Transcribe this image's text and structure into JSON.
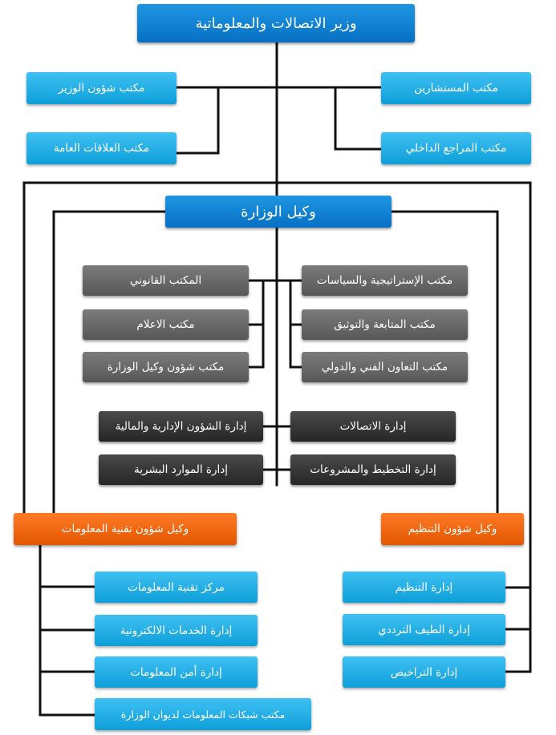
{
  "chart": {
    "minister": "وزير الاتصالات والمعلوماتية",
    "minister_offices_left": [
      "مكتب شؤون الوزير",
      "مكتب العلاقات العامة"
    ],
    "minister_offices_right": [
      "مكتب المستشارين",
      "مكتب المراجع الداخلي"
    ],
    "deputy": "وكيل الوزارة",
    "deputy_offices_left": [
      "المكتب القانوني",
      "مكتب الاعلام",
      "مكتب شؤون وكيل الوزارة"
    ],
    "deputy_offices_right": [
      "مكتب الإستراتيجية والسياسات",
      "مكتب المتابعة والتوثيق",
      "مكتب التعاون الفني والدولي"
    ],
    "deputy_depts_left": [
      "إدارة الشؤون الإدارية والمالية",
      "إدارة الموارد البشرية"
    ],
    "deputy_depts_right": [
      "إدارة الاتصالات",
      "إدارة التخطيط والمشروعات"
    ],
    "it_deputy": "وكيل شؤون تقنية المعلومات",
    "org_deputy": "وكيل شؤون التنظيم",
    "it_depts": [
      "مركز تقنية المعلومات",
      "إدارة الخدمات الالكترونية",
      "إدارة أمن المعلومات",
      "مكتب شبكات المعلومات لديوان الوزارة"
    ],
    "org_depts": [
      "إدارة التنظيم",
      "إدارة الطيف الترددي",
      "إدارة التراخيص"
    ]
  }
}
